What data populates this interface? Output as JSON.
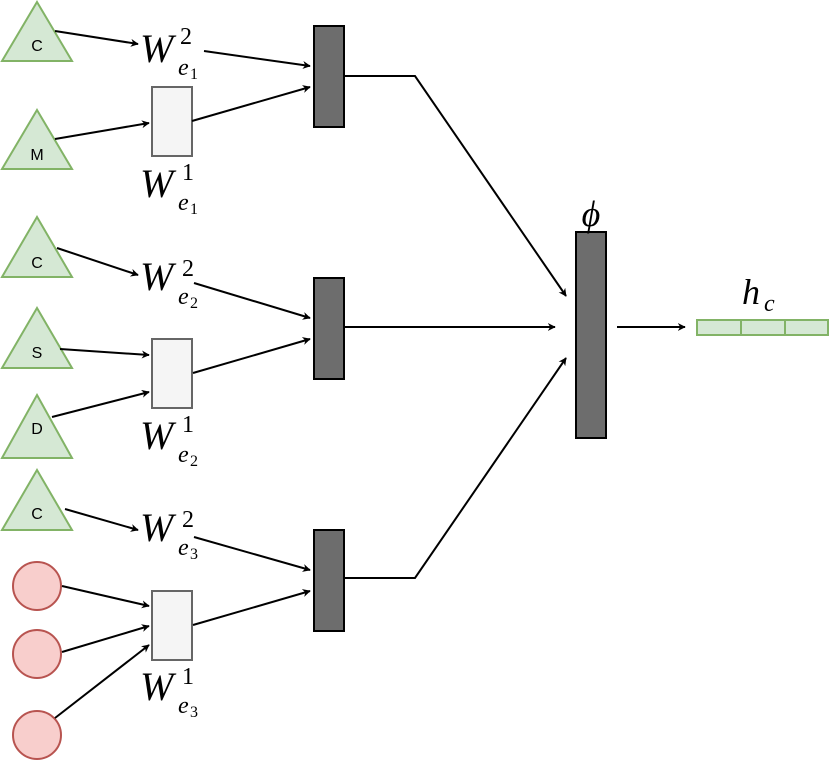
{
  "colors": {
    "triangle_fill": "#d5e8d4",
    "triangle_stroke": "#82b366",
    "circle_fill": "#f8cecc",
    "circle_stroke": "#b85450",
    "weight_box_fill": "#f5f5f5",
    "weight_box_stroke": "#666666",
    "dark_block_fill": "#6d6d6d",
    "dark_block_stroke": "#000000",
    "output_fill": "#d5e8d4",
    "output_stroke": "#82b366",
    "edge": "#000000"
  },
  "groups": [
    {
      "id": "e1",
      "inputs": [
        {
          "shape": "triangle",
          "label": "C"
        },
        {
          "shape": "triangle",
          "label": "M"
        }
      ],
      "weight_top": {
        "base": "W",
        "sub": "e",
        "subsub": "1",
        "sup": "2"
      },
      "weight_bottom": {
        "base": "W",
        "sub": "e",
        "subsub": "1",
        "sup": "1"
      }
    },
    {
      "id": "e2",
      "inputs": [
        {
          "shape": "triangle",
          "label": "C"
        },
        {
          "shape": "triangle",
          "label": "S"
        },
        {
          "shape": "triangle",
          "label": "D"
        }
      ],
      "weight_top": {
        "base": "W",
        "sub": "e",
        "subsub": "2",
        "sup": "2"
      },
      "weight_bottom": {
        "base": "W",
        "sub": "e",
        "subsub": "2",
        "sup": "1"
      }
    },
    {
      "id": "e3",
      "inputs": [
        {
          "shape": "triangle",
          "label": "C"
        },
        {
          "shape": "circle",
          "label": ""
        },
        {
          "shape": "circle",
          "label": ""
        },
        {
          "shape": "circle",
          "label": ""
        }
      ],
      "weight_top": {
        "base": "W",
        "sub": "e",
        "subsub": "3",
        "sup": "2"
      },
      "weight_bottom": {
        "base": "W",
        "sub": "e",
        "subsub": "3",
        "sup": "1"
      }
    }
  ],
  "aggregator": {
    "label": "ϕ"
  },
  "output": {
    "base": "h",
    "sub": "c",
    "cells": 3
  }
}
